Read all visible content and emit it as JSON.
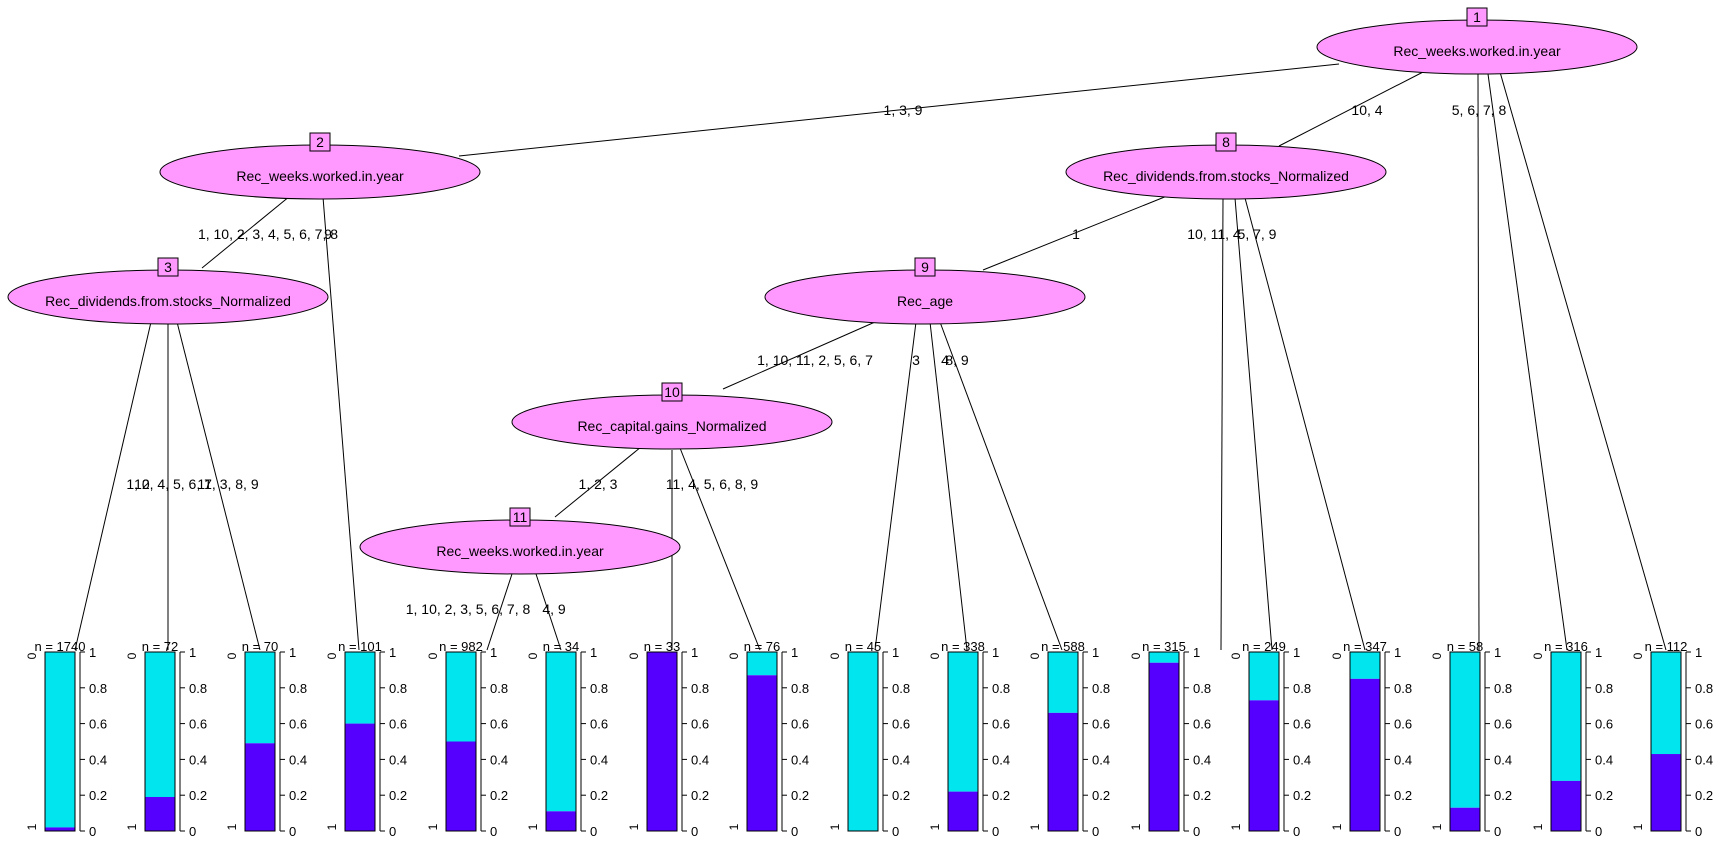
{
  "colors": {
    "node_fill": "#ff99ff",
    "class_0": "#00e5ee",
    "class_1": "#5500ff"
  },
  "nodes": [
    {
      "id": "1",
      "label": "Rec_weeks.worked.in.year"
    },
    {
      "id": "2",
      "label": "Rec_weeks.worked.in.year"
    },
    {
      "id": "3",
      "label": "Rec_dividends.from.stocks_Normalized"
    },
    {
      "id": "8",
      "label": "Rec_dividends.from.stocks_Normalized"
    },
    {
      "id": "9",
      "label": "Rec_age"
    },
    {
      "id": "10",
      "label": "Rec_capital.gains_Normalized"
    },
    {
      "id": "11",
      "label": "Rec_weeks.worked.in.year"
    }
  ],
  "edge_labels": [
    "1, 3, 9",
    "10, 4",
    "5, 6, 7, 8",
    "1, 10, 2, 3, 4, 5, 6, 7, 8",
    "9",
    "1, 2",
    "10, 4, 5, 6, 7",
    "11, 3, 8, 9",
    "1",
    "10, 11, 4",
    "5, 7, 9",
    "1, 10, 11, 2, 5, 6, 7",
    "3",
    "4",
    "8, 9",
    "1, 2, 3",
    "11, 4, 5, 6, 8, 9",
    "1, 10, 2, 3, 5, 6, 7, 8",
    "4, 9"
  ],
  "chart_data": {
    "type": "bar",
    "description_of_type": "stacked proportion bars (terminal nodes)",
    "class_labels": [
      "0",
      "1"
    ],
    "ylim": [
      0,
      1
    ],
    "ticks": [
      "0",
      "0.2",
      "0.4",
      "0.6",
      "0.8",
      "1"
    ],
    "leaves": [
      {
        "n_label": "n = 1740",
        "p1": 0.02
      },
      {
        "n_label": "n = 72",
        "p1": 0.19
      },
      {
        "n_label": "n = 70",
        "p1": 0.49
      },
      {
        "n_label": "n = 101",
        "p1": 0.6
      },
      {
        "n_label": "n = 982",
        "p1": 0.5
      },
      {
        "n_label": "n = 34",
        "p1": 0.11
      },
      {
        "n_label": "n = 33",
        "p1": 1.0
      },
      {
        "n_label": "n = 76",
        "p1": 0.87
      },
      {
        "n_label": "n = 45",
        "p1": 0.0
      },
      {
        "n_label": "n = 338",
        "p1": 0.22
      },
      {
        "n_label": "n = 588",
        "p1": 0.66
      },
      {
        "n_label": "n = 315",
        "p1": 0.94
      },
      {
        "n_label": "n = 249",
        "p1": 0.73
      },
      {
        "n_label": "n = 347",
        "p1": 0.85
      },
      {
        "n_label": "n = 58",
        "p1": 0.13
      },
      {
        "n_label": "n = 316",
        "p1": 0.28
      },
      {
        "n_label": "n = 112",
        "p1": 0.43
      }
    ]
  }
}
